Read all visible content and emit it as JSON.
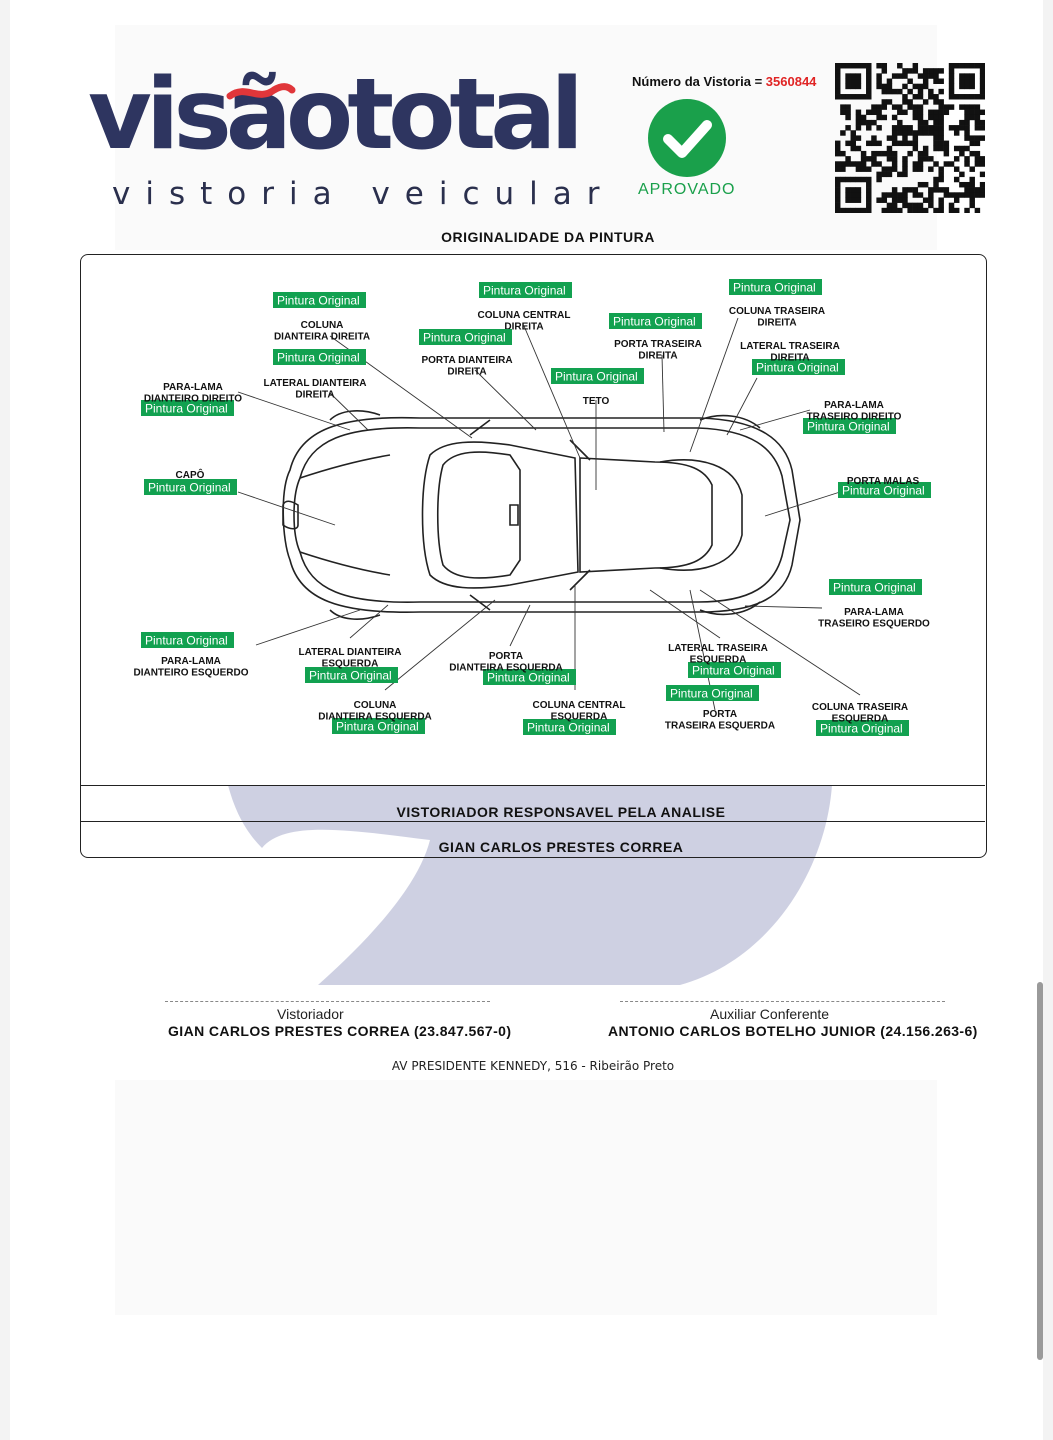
{
  "header": {
    "logo_text": "visãototal",
    "logo_sub": "vistoria veicular",
    "vistoria_label": "Número da Vistoria =",
    "vistoria_number": "3560844",
    "status": "APROVADO"
  },
  "section_title": "ORIGINALIDADE DA PINTURA",
  "parts": [
    {
      "name": "COLUNA DIANTEIRA DIREITA",
      "status": "Pintura Original"
    },
    {
      "name": "LATERAL DIANTEIRA DIREITA",
      "status": "Pintura Original"
    },
    {
      "name": "PARA-LAMA DIANTEIRO DIREITO",
      "status": "Pintura Original"
    },
    {
      "name": "CAPÔ",
      "status": "Pintura Original"
    },
    {
      "name": "COLUNA CENTRAL DIREITA",
      "status": "Pintura Original"
    },
    {
      "name": "PORTA DIANTEIRA DIREITA",
      "status": "Pintura Original"
    },
    {
      "name": "PORTA TRASEIRA DIREITA",
      "status": "Pintura Original"
    },
    {
      "name": "TETO",
      "status": "Pintura Original"
    },
    {
      "name": "COLUNA TRASEIRA DIREITA",
      "status": "Pintura Original"
    },
    {
      "name": "LATERAL TRASEIRA DIREITA",
      "status": "Pintura Original"
    },
    {
      "name": "PARA-LAMA TRASEIRO DIREITO",
      "status": "Pintura Original"
    },
    {
      "name": "PORTA MALAS",
      "status": "Pintura Original"
    },
    {
      "name": "PARA-LAMA TRASEIRO ESQUERDO",
      "status": "Pintura Original"
    },
    {
      "name": "PARA-LAMA DIANTEIRO ESQUERDO",
      "status": "Pintura Original"
    },
    {
      "name": "LATERAL DIANTEIRA ESQUERDA",
      "status": "Pintura Original"
    },
    {
      "name": "COLUNA DIANTEIRA ESQUERDA",
      "status": "Pintura Original"
    },
    {
      "name": "PORTA DIANTEIRA ESQUERDA",
      "status": "Pintura Original"
    },
    {
      "name": "COLUNA CENTRAL ESQUERDA",
      "status": "Pintura Original"
    },
    {
      "name": "LATERAL TRASEIRA ESQUERDA",
      "status": "Pintura Original"
    },
    {
      "name": "PORTA TRASEIRA ESQUERDA",
      "status": "Pintura Original"
    },
    {
      "name": "COLUNA TRASEIRA ESQUERDA",
      "status": "Pintura Original"
    }
  ],
  "responsible_label": "VISTORIADOR RESPONSAVEL PELA ANALISE",
  "responsible_name": "GIAN CARLOS PRESTES CORREA",
  "signatures": {
    "left_role": "Vistoriador",
    "left_name": "GIAN CARLOS PRESTES CORREA (23.847.567-0)",
    "right_role": "Auxiliar Conferente",
    "right_name": "ANTONIO CARLOS BOTELHO JUNIOR (24.156.263-6)"
  },
  "address": "AV PRESIDENTE KENNEDY, 516 - Ribeirão Preto",
  "colors": {
    "brand_navy": "#2e3560",
    "brand_red": "#e0363a",
    "status_green": "#1aa04b",
    "tag_green": "#12a150",
    "watermark": "#c5c8dd"
  }
}
